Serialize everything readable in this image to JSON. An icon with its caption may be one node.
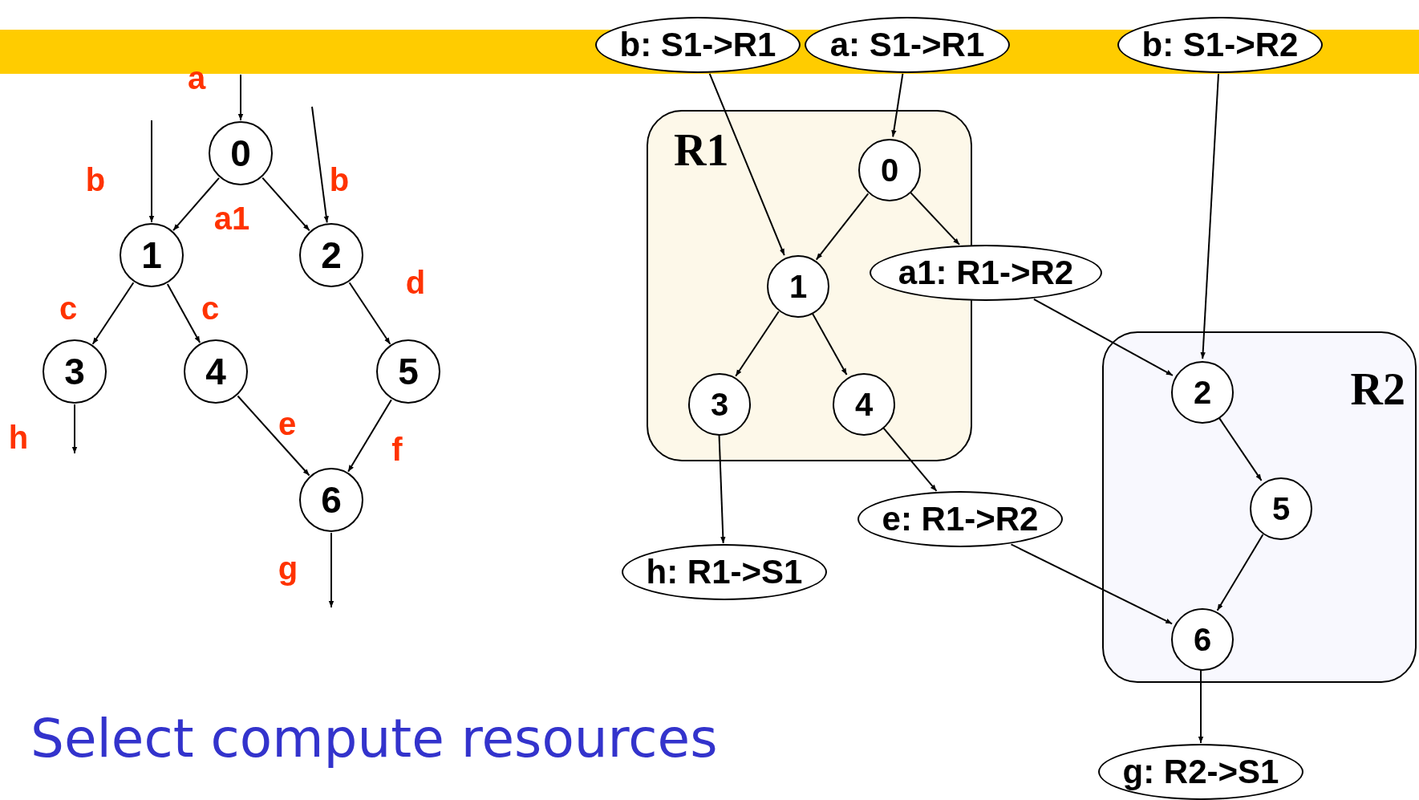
{
  "diagram": {
    "title": "Select compute resources",
    "nodes": [
      {
        "text": [
          "0"
        ]
      },
      {
        "text": [
          "1"
        ]
      },
      {
        "text": [
          "2"
        ]
      },
      {
        "text": [
          "3"
        ]
      },
      {
        "text": [
          "4"
        ]
      },
      {
        "text": [
          "5"
        ]
      },
      {
        "text": [
          "6"
        ]
      },
      {
        "text": [
          "b: S1->R1"
        ]
      },
      {
        "text": [
          "a: S1->R1"
        ]
      },
      {
        "text": [
          "b: S1->R2"
        ]
      },
      {
        "text": [
          "R1"
        ]
      },
      {
        "text": [
          "0"
        ],
        "in": 10
      },
      {
        "text": [
          "1"
        ],
        "in": 10
      },
      {
        "text": [
          "3"
        ],
        "in": 10
      },
      {
        "text": [
          "4"
        ],
        "in": 10
      },
      {
        "text": [
          "a1: R1->R2"
        ]
      },
      {
        "text": [
          "R2"
        ]
      },
      {
        "text": [
          "2"
        ],
        "in": 16
      },
      {
        "text": [
          "5"
        ],
        "in": 16
      },
      {
        "text": [
          "6"
        ],
        "in": 16
      },
      {
        "text": [
          "e: R1->R2"
        ]
      },
      {
        "text": [
          "h: R1->S1"
        ]
      },
      {
        "text": [
          "g: R2->S1"
        ]
      },
      {
        "text": [],
        "shape": "bar"
      }
    ],
    "edges": [
      {
        "from": 23,
        "to": 0,
        "arrow": "to",
        "label": "a"
      },
      {
        "from": null,
        "to": 1,
        "arrow": "to",
        "label": "b"
      },
      {
        "from": null,
        "to": 2,
        "arrow": "to",
        "label": "b"
      },
      {
        "from": 0,
        "to": 1,
        "arrow": "to"
      },
      {
        "from": 0,
        "to": 2,
        "arrow": "to",
        "label": "a1"
      },
      {
        "from": 1,
        "to": 3,
        "arrow": "to",
        "label": "c"
      },
      {
        "from": 1,
        "to": 4,
        "arrow": "to",
        "label": "c"
      },
      {
        "from": 2,
        "to": 5,
        "arrow": "to",
        "label": "d"
      },
      {
        "from": 4,
        "to": 6,
        "arrow": "to",
        "label": "e"
      },
      {
        "from": 5,
        "to": 6,
        "arrow": "to",
        "label": "f"
      },
      {
        "from": 6,
        "to": null,
        "arrow": "to",
        "label": "g"
      },
      {
        "from": 3,
        "to": null,
        "arrow": "to",
        "label": "h"
      },
      {
        "from": 7,
        "to": 12,
        "arrow": "to"
      },
      {
        "from": 8,
        "to": 11,
        "arrow": "to"
      },
      {
        "from": 11,
        "to": 12,
        "arrow": "to"
      },
      {
        "from": 11,
        "to": 15,
        "arrow": "to"
      },
      {
        "from": 15,
        "to": 17,
        "arrow": "to"
      },
      {
        "from": 9,
        "to": 17,
        "arrow": "to"
      },
      {
        "from": 12,
        "to": 13,
        "arrow": "to"
      },
      {
        "from": 12,
        "to": 14,
        "arrow": "to"
      },
      {
        "from": 14,
        "to": 20,
        "arrow": "to"
      },
      {
        "from": 20,
        "to": 19,
        "arrow": "to"
      },
      {
        "from": 13,
        "to": 21,
        "arrow": "to"
      },
      {
        "from": 17,
        "to": 18,
        "arrow": "to"
      },
      {
        "from": 18,
        "to": 19,
        "arrow": "to"
      },
      {
        "from": 19,
        "to": 22,
        "arrow": "to"
      }
    ]
  }
}
